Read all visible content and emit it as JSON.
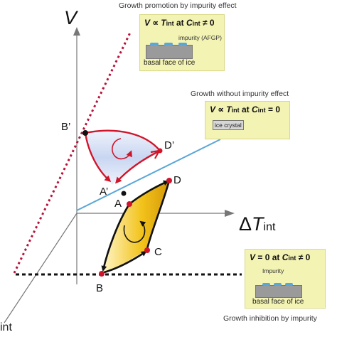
{
  "axes": {
    "v_label": "V",
    "dt_symbol": "Δ",
    "dt_letter": "T",
    "dt_sub": "int",
    "corner_fragment": "int"
  },
  "points": {
    "A": "A",
    "B": "B",
    "C": "C",
    "D": "D",
    "A_prime": "A’",
    "B_prime": "B’",
    "D_prime": "D’"
  },
  "captions": {
    "promotion": "Growth promotion by impurity effect",
    "without": "Growth without impurity effect",
    "inhibition": "Growth inhibition by impurity"
  },
  "boxes": {
    "promotion": {
      "eq_v": "V",
      "eq_prop": "∝",
      "eq_t": "T",
      "eq_tsub": "int",
      "eq_at": "at",
      "eq_c": "C",
      "eq_csub": "int",
      "eq_rel": "≠ 0",
      "impurity_label": "impurity (AFGP)",
      "base_label": "basal face of ice"
    },
    "without": {
      "eq_v": "V",
      "eq_prop": "∝",
      "eq_t": "T",
      "eq_tsub": "int",
      "eq_at": "at",
      "eq_c": "C",
      "eq_csub": "int",
      "eq_rel": "= 0",
      "crystal_label": "ice crystal"
    },
    "inhibition": {
      "eq_v": "V",
      "eq_eq": "= 0 at",
      "eq_c": "C",
      "eq_csub": "int",
      "eq_rel": "≠ 0",
      "impurity_label": "Impurity",
      "base_label": "basal face of ice"
    }
  },
  "colors": {
    "promotion_line": "#b8123a",
    "no_impurity_line": "#5aa6d8",
    "inhibition_line": "#111111",
    "upper_loop_edge": "#d0152b",
    "upper_loop_fill": "#c9d6f2",
    "lower_loop_fill": "#f2c21a",
    "box_fill": "#f3f3b4"
  }
}
